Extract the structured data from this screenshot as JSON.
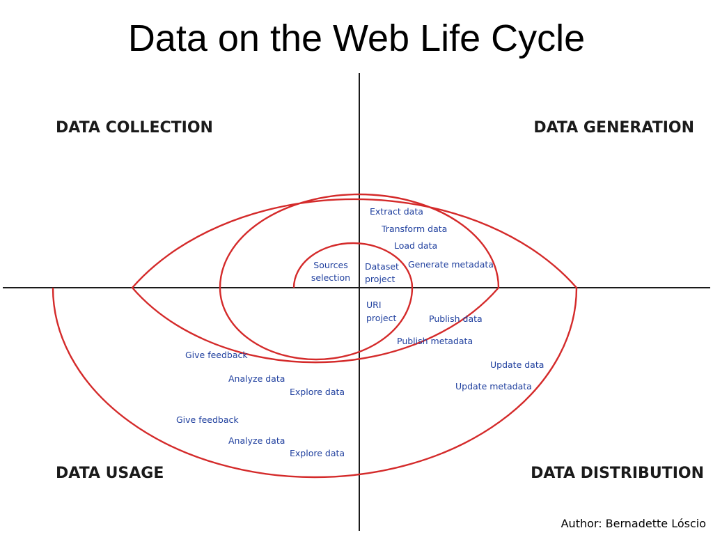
{
  "title": "Data on the Web Life Cycle",
  "quadrants": {
    "top_left": "DATA COLLECTION",
    "top_right": "DATA GENERATION",
    "bottom_left": "DATA USAGE",
    "bottom_right": "DATA DISTRIBUTION"
  },
  "steps": {
    "sources_1": "Sources",
    "sources_2": "selection",
    "dataset_1": "Dataset",
    "dataset_2": "project",
    "uri_1": "URI",
    "uri_2": "project",
    "extract": "Extract data",
    "transform": "Transform data",
    "load": "Load data",
    "gen_metadata": "Generate metadata",
    "publish_data": "Publish data",
    "publish_metadata": "Publish metadata",
    "update_data": "Update data",
    "update_metadata": "Update metadata",
    "feedback_1": "Give feedback",
    "analyze_1": "Analyze data",
    "explore_1": "Explore data",
    "feedback_2": "Give feedback",
    "analyze_2": "Analyze data",
    "explore_2": "Explore data"
  },
  "author": "Author: Bernadette Lóscio",
  "colors": {
    "spiral": "#d42a2a",
    "axis": "#1a1a1a",
    "step_text": "#1f3f9e"
  }
}
